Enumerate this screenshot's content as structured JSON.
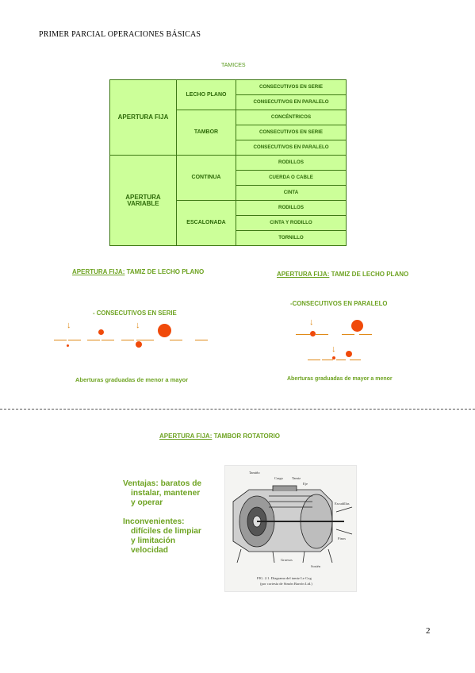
{
  "header": "PRIMER PARCIAL OPERACIONES BÁSICAS",
  "page_number": "2",
  "table": {
    "title": "TAMICES",
    "fija": "APERTURA FIJA",
    "variable_1": "APERTURA",
    "variable_2": "VARIABLE",
    "lecho_plano": "LECHO PLANO",
    "tambor": "TAMBOR",
    "continua": "CONTINUA",
    "escalonada": "ESCALONADA",
    "rows": [
      "CONSECUTIVOS EN SERIE",
      "CONSECUTIVOS EN PARALELO",
      "CONCÉNTRICOS",
      "CONSECUTIVOS EN SERIE",
      "CONSECUTIVOS EN PARALELO",
      "RODILLOS",
      "CUERDA O CABLE",
      "CINTA",
      "RODILLOS",
      "CINTA Y RODILLO",
      "TORNILLO"
    ]
  },
  "left_diagram": {
    "title_underlined": "APERTURA FIJA:",
    "title_rest": " TAMIZ DE LECHO PLANO",
    "subtitle": "- CONSECUTIVOS EN SERIE",
    "note": "Aberturas graduadas de menor a mayor"
  },
  "right_diagram": {
    "title_underlined": "APERTURA FIJA:",
    "title_rest": " TAMIZ DE LECHO PLANO",
    "subtitle": "-CONSECUTIVOS EN PARALELO",
    "note": "Aberturas graduadas de mayor a menor"
  },
  "tambor": {
    "title_underlined": "APERTURA FIJA:",
    "title_rest": " TAMBOR ROTATORIO",
    "ventajas_1": "Ventajas: baratos de",
    "ventajas_2": "instalar, mantener",
    "ventajas_3": "y operar",
    "inconv_1": "Inconvenientes:",
    "inconv_2": "difíciles de limpiar",
    "inconv_3": "y limitación",
    "inconv_4": "velocidad"
  },
  "figure": {
    "labels": [
      "Tamiño",
      "Carga",
      "Tamiz",
      "Eje",
      "Escudillas",
      "Finos",
      "Gruesos",
      "Sostén"
    ],
    "caption_1": "FIG. 2.1.  Diagrama del tamiz Le Cog",
    "caption_2": "(por cortesía de Simón Barrón Ltd.)"
  },
  "colors": {
    "green": "#6ea322",
    "table_bg": "#ccff99",
    "ball": "#f04a0a"
  }
}
